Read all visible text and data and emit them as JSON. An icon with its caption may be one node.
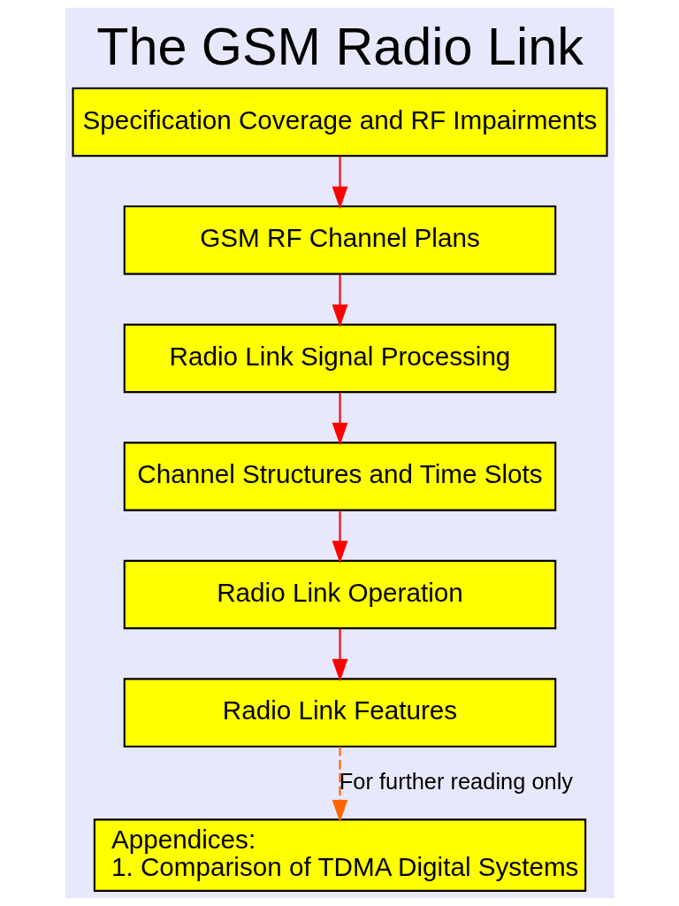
{
  "diagram": {
    "title": "The GSM Radio Link",
    "nodes": [
      {
        "text": [
          "Specification Coverage and RF Impairments"
        ]
      },
      {
        "text": [
          "GSM RF Channel Plans"
        ]
      },
      {
        "text": [
          "Radio Link Signal Processing"
        ]
      },
      {
        "text": [
          "Channel Structures and Time Slots"
        ]
      },
      {
        "text": [
          "Radio Link Operation"
        ]
      },
      {
        "text": [
          "Radio Link Features"
        ]
      },
      {
        "text": [
          "Appendices:",
          "1. Comparison of TDMA Digital Systems"
        ]
      }
    ],
    "edges": [
      {
        "from": 0,
        "to": 1,
        "arrow": "to"
      },
      {
        "from": 1,
        "to": 2,
        "arrow": "to"
      },
      {
        "from": 2,
        "to": 3,
        "arrow": "to"
      },
      {
        "from": 3,
        "to": 4,
        "arrow": "to"
      },
      {
        "from": 4,
        "to": 5,
        "arrow": "to"
      },
      {
        "from": 5,
        "to": 6,
        "arrow": "to",
        "label": "For further reading only",
        "style": "dashed",
        "color": "#ff6600"
      }
    ]
  }
}
